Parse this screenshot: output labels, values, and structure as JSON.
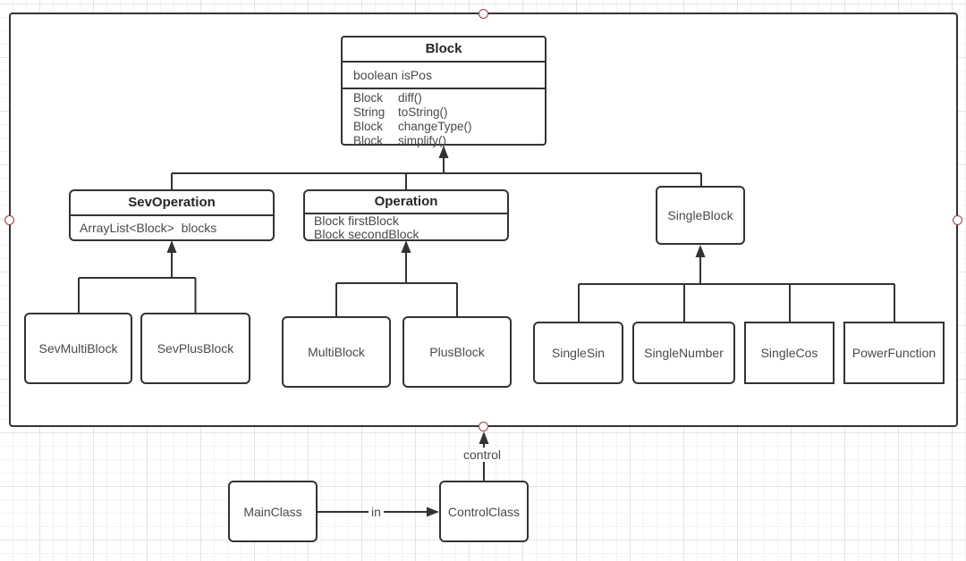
{
  "colors": {
    "stroke": "#333333",
    "box_fill": "#ffffff",
    "text": "#4a4a4a",
    "title_text": "#262626",
    "selection_handle": "#9e3d3d",
    "grid_minor": "#f3f3f3",
    "grid_major": "#e4e4e4"
  },
  "classes": {
    "block": {
      "title": "Block",
      "attributes": [
        "boolean isPos"
      ],
      "methods": [
        {
          "type": "Block",
          "name": "diff()"
        },
        {
          "type": "String",
          "name": "toString()"
        },
        {
          "type": "Block",
          "name": "changeType()"
        },
        {
          "type": "Block",
          "name": "simplify()"
        }
      ]
    },
    "sev_operation": {
      "title": "SevOperation",
      "attributes": [
        "ArrayList<Block>  blocks"
      ]
    },
    "operation": {
      "title": "Operation",
      "attributes": [
        "Block firstBlock",
        "Block secondBlock"
      ]
    },
    "single_block": {
      "title": "SingleBlock"
    },
    "sev_multi_block": {
      "title": "SevMultiBlock"
    },
    "sev_plus_block": {
      "title": "SevPlusBlock"
    },
    "multi_block": {
      "title": "MultiBlock"
    },
    "plus_block": {
      "title": "PlusBlock"
    },
    "single_sin": {
      "title": "SingleSin"
    },
    "single_number": {
      "title": "SingleNumber"
    },
    "single_cos": {
      "title": "SingleCos"
    },
    "power_function": {
      "title": "PowerFunction"
    },
    "main_class": {
      "title": "MainClass"
    },
    "control_class": {
      "title": "ControlClass"
    }
  },
  "edges": {
    "in_label": "in",
    "control_label": "control"
  }
}
